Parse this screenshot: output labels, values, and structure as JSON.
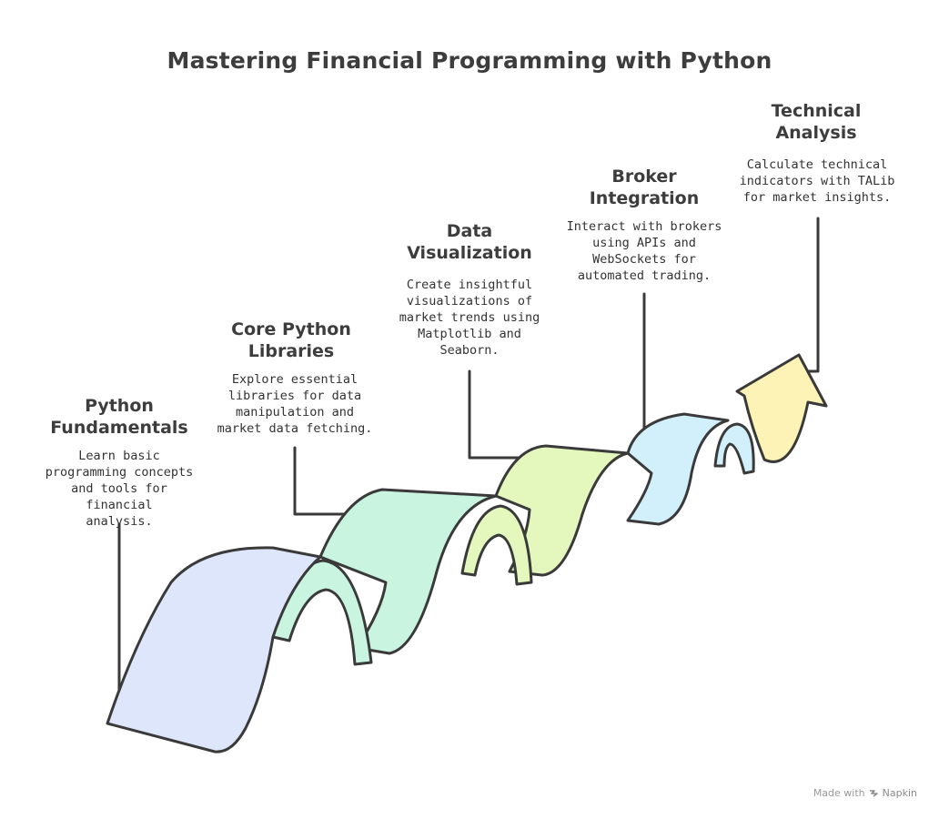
{
  "title": "Mastering Financial Programming with Python",
  "steps": [
    {
      "title": "Python\nFundamentals",
      "desc": "Learn basic\nprogramming concepts\nand tools for financial\nanalysis.",
      "color": "#dde6fb"
    },
    {
      "title": "Core Python\nLibraries",
      "desc": "Explore essential\nlibraries for data\nmanipulation and\nmarket data fetching.",
      "color": "#c9f5e0"
    },
    {
      "title": "Data\nVisualization",
      "desc": "Create insightful\nvisualizations of\nmarket trends using\nMatplotlib and\nSeaborn.",
      "color": "#e4f7bd"
    },
    {
      "title": "Broker\nIntegration",
      "desc": "Interact with brokers\nusing APIs and\nWebSockets for\nautomated trading.",
      "color": "#d2f0fb"
    },
    {
      "title": "Technical\nAnalysis",
      "desc": "Calculate technical\nindicators with TALib\nfor market insights.",
      "color": "#fdf3b6"
    }
  ],
  "footer": {
    "made_with": "Made with",
    "brand": "Napkin"
  }
}
